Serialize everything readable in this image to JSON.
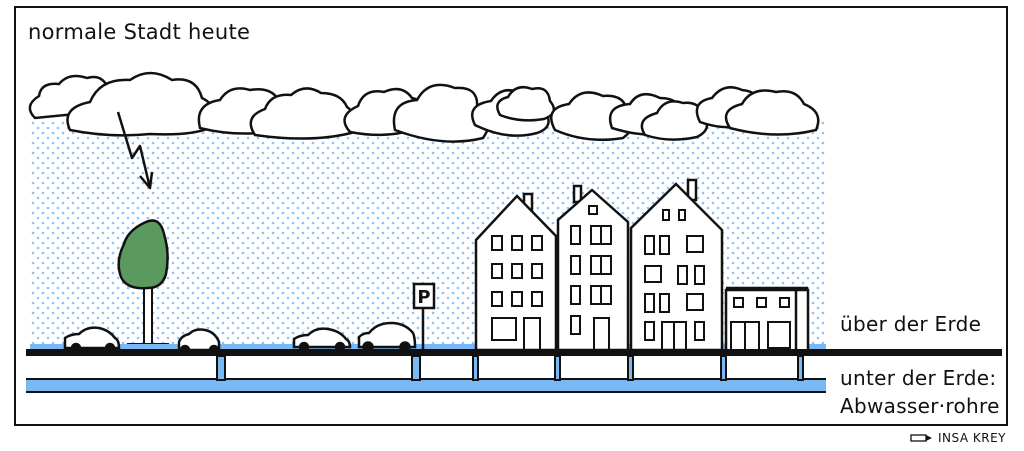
{
  "title": "normale Stadt heute",
  "labels": {
    "above_ground": "über der Erde",
    "below_ground_line1": "unter der Erde:",
    "below_ground_line2": "Abwasser·rohre"
  },
  "credit": {
    "icon": "pencil-icon",
    "text": "INSA KREY"
  },
  "scene": {
    "elements": [
      "clouds",
      "rain",
      "lightning-arrow",
      "tree",
      "cars",
      "parking-sign",
      "townhouses",
      "low-building",
      "street",
      "sewer-pipes"
    ],
    "parking_sign_label": "P"
  },
  "colors": {
    "water_blue": "#7ab8f5",
    "rain_dot": "#8ec3f7",
    "tree_green": "#5a9a5e",
    "ink": "#111111"
  }
}
